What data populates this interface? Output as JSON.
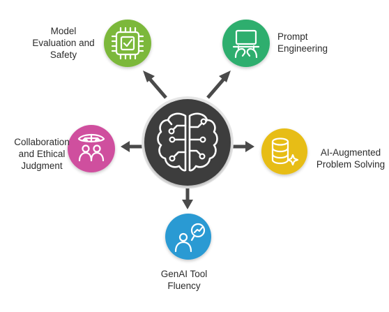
{
  "colors": {
    "background": "#ffffff",
    "hub": "#3d3d3d",
    "hub_ring": "#e6e6e6",
    "arrow": "#4a4a4a",
    "icon_line": "#ffffff",
    "model_evaluation": "#7cb83b",
    "prompt_engineering": "#2fae6e",
    "collaboration": "#cf4f9e",
    "ai_problem_solving": "#e7bd14",
    "genai_tool": "#2b9ad3"
  },
  "hub": {
    "icon": "brain-circuit-icon"
  },
  "nodes": {
    "model_evaluation": {
      "label": "Model\nEvaluation and\nSafety",
      "icon": "chip-check-icon"
    },
    "prompt_engineering": {
      "label": "Prompt\nEngineering",
      "icon": "laptop-hands-icon"
    },
    "collaboration": {
      "label": "Collaboration\nand Ethical\nJudgment",
      "icon": "scales-people-icon"
    },
    "ai_problem_solving": {
      "label": "AI-Augmented\nProblem Solving",
      "icon": "database-sparkle-icon"
    },
    "genai_tool": {
      "label": "GenAI Tool\nFluency",
      "icon": "person-chart-icon"
    }
  }
}
